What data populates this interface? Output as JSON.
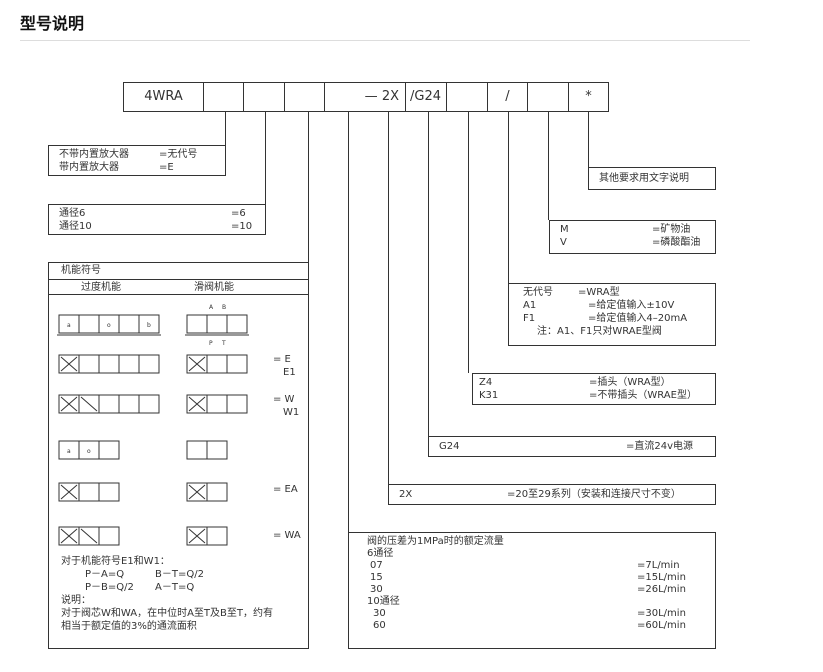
{
  "title": "型号说明",
  "code": {
    "c1": "4WRA",
    "sep1": "2X",
    "sep2": "G24",
    "last": "*"
  },
  "amplifier": [
    {
      "k": "不带内置放大器",
      "v": "=无代号"
    },
    {
      "k": "带内置放大器",
      "v": "=E"
    }
  ],
  "size": [
    {
      "k": "通径6",
      "v": "=6"
    },
    {
      "k": "通径10",
      "v": "=10"
    }
  ],
  "functions": {
    "header": "机能符号",
    "col1": "过度机能",
    "col2": "滑阀机能",
    "ports": {
      "a": "a",
      "o": "o",
      "b": "b",
      "A": "A",
      "B": "B",
      "P": "P",
      "T": "T"
    },
    "codes": [
      "= E",
      "E1",
      "= W",
      "W1",
      "= EA",
      "= WA"
    ],
    "notes": [
      "对于机能符号E1和W1：",
      "P－A=Q",
      "B－T=Q/2",
      "P－B=Q/2",
      "A－T=Q",
      "说明：",
      "对于阀芯W和WA，在中位时A至T及B至T，约有",
      "相当于额定值的3%的通流面积"
    ]
  },
  "other": "其他要求用文字说明",
  "fluid": [
    {
      "k": "M",
      "v": "=矿物油"
    },
    {
      "k": "V",
      "v": "=磷酸酯油"
    }
  ],
  "input": [
    {
      "k": "无代号",
      "v": "=WRA型"
    },
    {
      "k": "A1",
      "v": "=给定值输入±10V"
    },
    {
      "k": "F1",
      "v": "=给定值输入4–20mA"
    }
  ],
  "input_note": "注：A1、F1只对WRAE型阀",
  "plug": [
    {
      "k": "Z4",
      "v": "=插头（WRA型）"
    },
    {
      "k": "K31",
      "v": "=不带插头（WRAE型）"
    }
  ],
  "power": {
    "k": "G24",
    "v": "=直流24v电源"
  },
  "series": {
    "k": "2X",
    "v": "=20至29系列（安装和连接尺寸不变）"
  },
  "flow": {
    "title": "阀的压差为1MPa时的额定流量",
    "g1": "6通径",
    "g2": "10通径",
    "rows1": [
      {
        "k": "07",
        "v": "=7L/min"
      },
      {
        "k": "15",
        "v": "=15L/min"
      },
      {
        "k": "30",
        "v": "=26L/min"
      }
    ],
    "rows2": [
      {
        "k": "30",
        "v": "=30L/min"
      },
      {
        "k": "60",
        "v": "=60L/min"
      }
    ]
  }
}
